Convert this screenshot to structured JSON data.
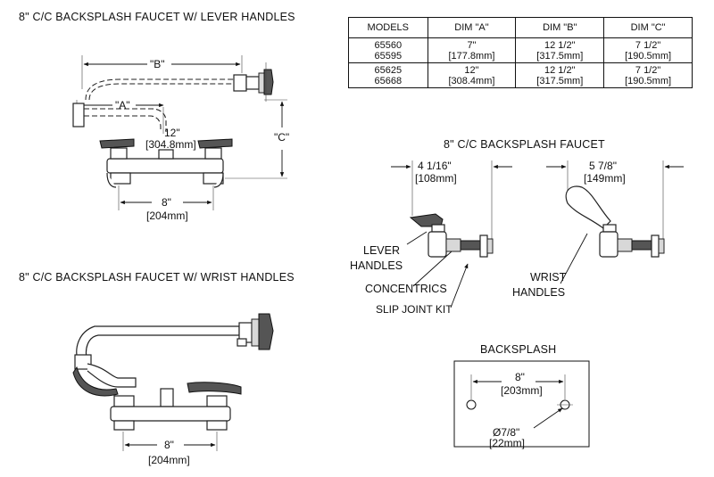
{
  "titles": {
    "lever": "8\" C/C BACKSPLASH FAUCET W/ LEVER HANDLES",
    "wrist": "8\" C/C BACKSPLASH FAUCET W/  WRIST HANDLES",
    "faucet": "8\" C/C BACKSPLASH FAUCET",
    "backsplash": "BACKSPLASH"
  },
  "table": {
    "headers": [
      "MODELS",
      "DIM \"A\"",
      "DIM \"B\"",
      "DIM \"C\""
    ],
    "rows": [
      {
        "models": [
          "65560",
          "65595"
        ],
        "a": [
          "7\"",
          "[177.8mm]"
        ],
        "b": [
          "12 1/2\"",
          "[317.5mm]"
        ],
        "c": [
          "7 1/2\"",
          "[190.5mm]"
        ]
      },
      {
        "models": [
          "65625",
          "65668"
        ],
        "a": [
          "12\"",
          "[308.4mm]"
        ],
        "b": [
          "12 1/2\"",
          "[317.5mm]"
        ],
        "c": [
          "7 1/2\"",
          "[190.5mm]"
        ]
      }
    ]
  },
  "lever_view": {
    "dim_b": "\"B\"",
    "dim_a": "\"A\"",
    "dim_c": "\"C\"",
    "spout_in": "12\"",
    "spout_mm": "[304.8mm]",
    "center_in": "8\"",
    "center_mm": "[204mm]"
  },
  "wrist_view": {
    "center_in": "8\"",
    "center_mm": "[204mm]"
  },
  "side_views": {
    "lever_in": "4 1/16\"",
    "lever_mm": "[108mm]",
    "wrist_in": "5 7/8\"",
    "wrist_mm": "[149mm]",
    "lever_label_1": "LEVER",
    "lever_label_2": "HANDLES",
    "concentrics": "CONCENTRICS",
    "slip_joint": "SLIP JOINT KIT",
    "wrist_label_1": "WRIST",
    "wrist_label_2": "HANDLES"
  },
  "backsplash": {
    "center_in": "8\"",
    "center_mm": "[203mm]",
    "hole_in": "Ø7/8\"",
    "hole_mm": "[22mm]"
  }
}
